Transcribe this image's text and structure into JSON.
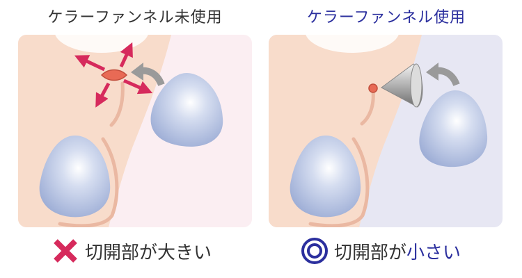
{
  "left": {
    "title": "ケラーファンネル未使用",
    "caption": "切開部が大きい",
    "mark_icon": "cross-icon",
    "mark_color": "#d62a5c"
  },
  "right": {
    "title": "ケラーファンネル使用",
    "caption_prefix": "切開部が",
    "caption_accent": "小さい",
    "mark_icon": "double-circle-icon",
    "mark_color": "#2b2f9e",
    "accent_color": "#2b2f9e"
  },
  "colors": {
    "skin": "#f8dccb",
    "left_background": "#fbeef2",
    "right_background": "#e7e7f3",
    "implant": "#aab8db",
    "incision": "#e86a55",
    "arrow_red": "#d62a5c",
    "arrow_gray": "#9a9a9a"
  }
}
